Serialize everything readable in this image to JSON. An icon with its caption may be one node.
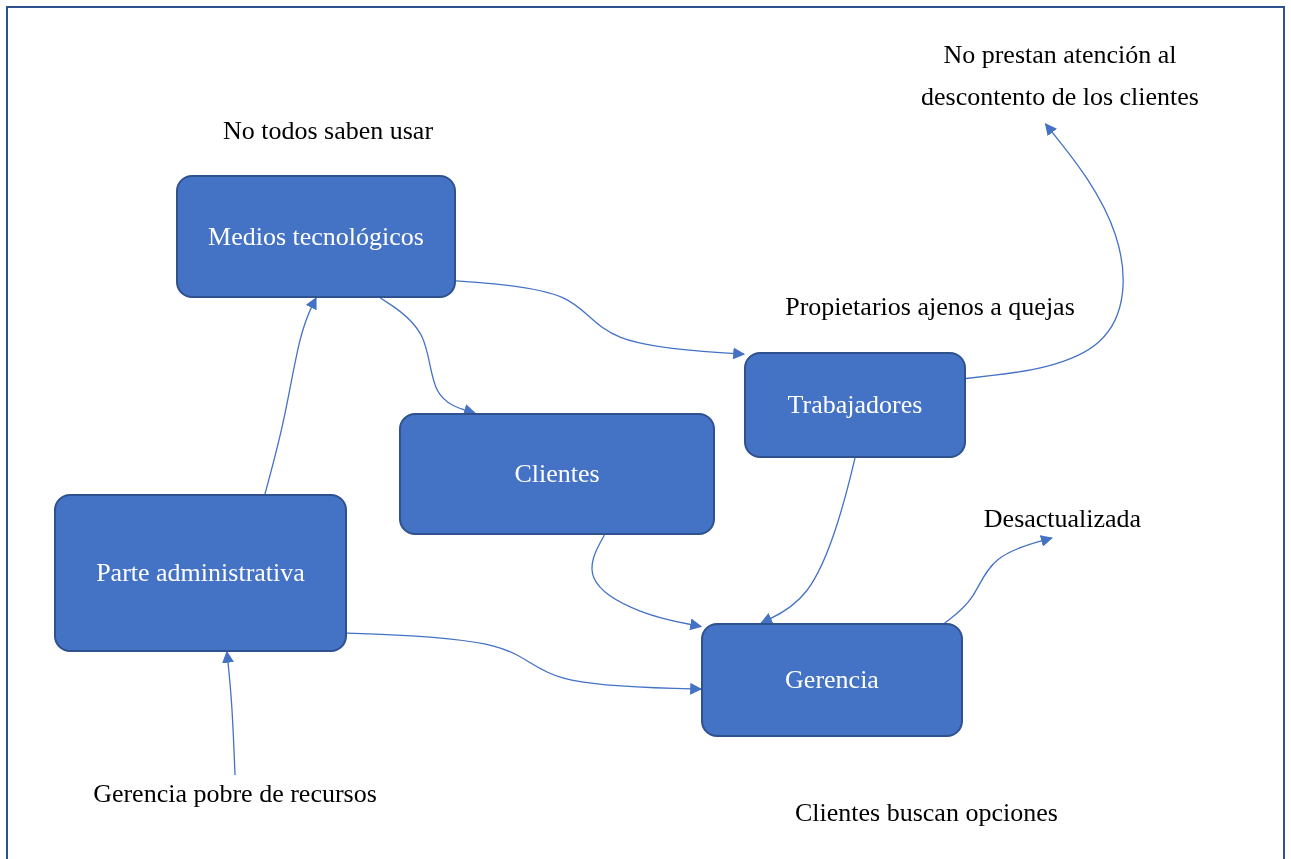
{
  "diagram": {
    "nodes": [
      {
        "text": [
          "Medios tecnológicos"
        ],
        "beside": [
          "No todos saben usar"
        ]
      },
      {
        "text": [
          "Trabajadores"
        ],
        "beside": [
          "Propietarios ajenos a quejas"
        ]
      },
      {
        "text": [
          "Clientes"
        ]
      },
      {
        "text": [
          "Parte administrativa"
        ]
      },
      {
        "text": [
          "Gerencia"
        ]
      },
      {
        "text": [
          "Desactualizada"
        ]
      },
      {
        "text": [
          "No prestan atención al descontento de los clientes"
        ]
      },
      {
        "text": [
          "Gerencia pobre de recursos"
        ]
      }
    ],
    "edges": [
      {
        "from": 3,
        "to": 0,
        "arrow": "to"
      },
      {
        "from": 0,
        "to": 1,
        "arrow": "to"
      },
      {
        "from": 0,
        "to": 2,
        "arrow": "to"
      },
      {
        "from": 2,
        "to": 4,
        "arrow": "to"
      },
      {
        "from": 1,
        "to": 4,
        "arrow": "to"
      },
      {
        "from": 3,
        "to": 4,
        "arrow": "to"
      },
      {
        "from": 4,
        "to": 5,
        "arrow": "to"
      },
      {
        "from": 1,
        "to": 6,
        "arrow": "to"
      },
      {
        "from": 7,
        "to": 3,
        "arrow": "to"
      }
    ],
    "labels": [
      "Clientes buscan opciones"
    ]
  }
}
